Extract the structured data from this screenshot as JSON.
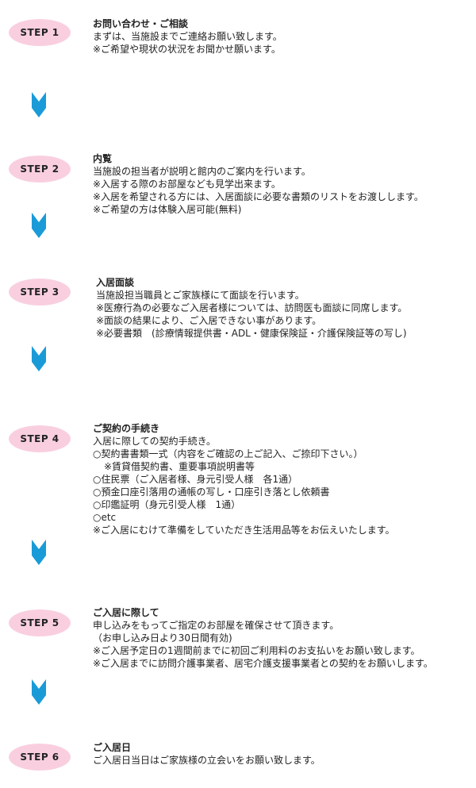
{
  "accent_color": "#f9cfe0",
  "arrow_color": "#1a9bd8",
  "steps": [
    {
      "badge": "STEP 1",
      "title": "お問い合わせ・ご相談",
      "lines": [
        "まずは、当施設までご連絡お願い致します。",
        "※ご希望や現状の状況をお聞かせ願います。"
      ]
    },
    {
      "badge": "STEP 2",
      "title": "内覧",
      "lines": [
        "当施設の担当者が説明と館内のご案内を行います。",
        "※入居する際のお部屋なども見学出来ます。",
        "※入居を希望される方には、入居面談に必要な書類のリストをお渡しします。",
        "※ご希望の方は体験入居可能(無料)"
      ]
    },
    {
      "badge": "STEP 3",
      "title": "入居面談",
      "lines": [
        "当施設担当職員とご家族様にて面談を行います。",
        "※医療行為の必要なご入居者様については、訪問医も面談に同席します。",
        "※面談の結果により、ご入居できない事があります。",
        "※必要書類　(診療情報提供書・ADL・健康保険証・介護保険証等の写し)"
      ]
    },
    {
      "badge": "STEP 4",
      "title": "ご契約の手続き",
      "lines": [
        "入居に際しての契約手続き。",
        "○契約書書類一式（内容をご確認の上ご記入、ご捺印下さい。）",
        "※賃貸借契約書、重要事項説明書等",
        "○住民票（ご入居者様、身元引受人様　各1通）",
        "○預金口座引落用の通帳の写し・口座引き落とし依頼書",
        "○印鑑証明（身元引受人様　1通）",
        "○etc",
        "※ご入居にむけて準備をしていただき生活用品等をお伝えいたします。"
      ]
    },
    {
      "badge": "STEP 5",
      "title": "ご入居に際して",
      "lines": [
        "申し込みをもってご指定のお部屋を確保させて頂きます。",
        "（お申し込み日より30日間有効)",
        "※ご入居予定日の1週間前までに初回ご利用料のお支払いをお願い致します。",
        "※ご入居までに訪問介護事業者、居宅介護支援事業者との契約をお願いします。"
      ]
    },
    {
      "badge": "STEP 6",
      "title": "ご入居日",
      "lines": [
        "ご入居日当日はご家族様の立会いをお願い致します。"
      ]
    }
  ]
}
